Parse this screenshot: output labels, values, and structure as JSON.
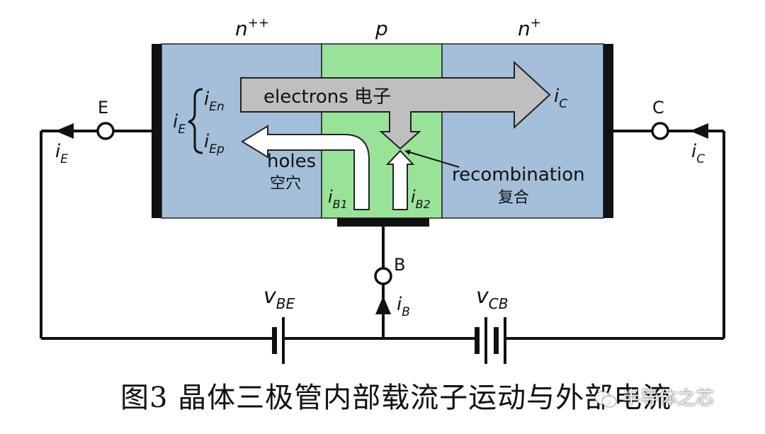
{
  "regions": {
    "emitter_doping": "n",
    "emitter_doping_sup": "++",
    "base_doping": "p",
    "collector_doping": "n",
    "collector_doping_sup": "+"
  },
  "terminals": {
    "emitter": "E",
    "collector": "C",
    "base": "B"
  },
  "currents": {
    "iE_main": "i",
    "iE_main_sub": "E",
    "iE_left": "i",
    "iE_left_sub": "E",
    "iEn": "i",
    "iEn_sub": "En",
    "iEp": "i",
    "iEp_sub": "Ep",
    "iC_arrow": "i",
    "iC_arrow_sub": "C",
    "iC_right": "i",
    "iC_right_sub": "C",
    "iB1": "i",
    "iB1_sub": "B1",
    "iB2": "i",
    "iB2_sub": "B2",
    "iB": "i",
    "iB_sub": "B"
  },
  "voltages": {
    "vBE": "v",
    "vBE_sub": "BE",
    "vCB": "v",
    "vCB_sub": "CB"
  },
  "carriers": {
    "electrons": "electrons 电子",
    "holes": "holes",
    "holes_cn": "空穴",
    "recombination": "recombination",
    "recombination_cn": "复合"
  },
  "caption": "图3 晶体三极管内部载流子运动与外部电流",
  "watermark": "半导体之芯",
  "colors": {
    "n_region": "#a3bfd9",
    "p_region": "#99e399",
    "arrow_gray": "#bfbfbf",
    "contact": "#111111"
  }
}
